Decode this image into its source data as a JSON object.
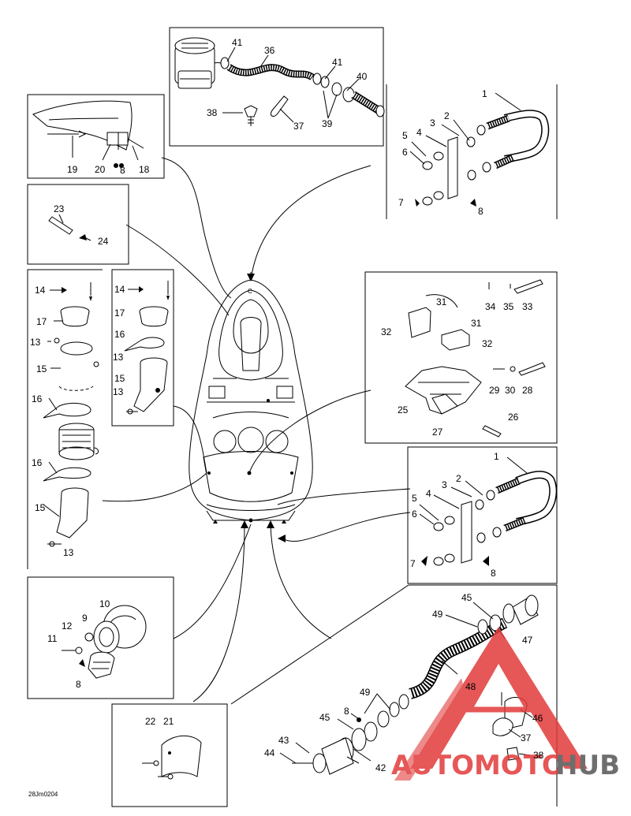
{
  "diagram": {
    "code": "28Jm0204",
    "watermark": {
      "word_a": "AUTOMOTO",
      "word_b": "HUB",
      "color_a": "#e23a3a",
      "color_b": "#555555"
    },
    "labels": [
      {
        "id": "l1a",
        "text": "1"
      },
      {
        "id": "l2a",
        "text": "2"
      },
      {
        "id": "l3a",
        "text": "3"
      },
      {
        "id": "l4a",
        "text": "4"
      },
      {
        "id": "l5a",
        "text": "5"
      },
      {
        "id": "l6a",
        "text": "6"
      },
      {
        "id": "l7a",
        "text": "7"
      },
      {
        "id": "l8a",
        "text": "8"
      },
      {
        "id": "l1b",
        "text": "1"
      },
      {
        "id": "l2b",
        "text": "2"
      },
      {
        "id": "l3b",
        "text": "3"
      },
      {
        "id": "l4b",
        "text": "4"
      },
      {
        "id": "l5b",
        "text": "5"
      },
      {
        "id": "l6b",
        "text": "6"
      },
      {
        "id": "l7b",
        "text": "7"
      },
      {
        "id": "l8b",
        "text": "8"
      },
      {
        "id": "l8c",
        "text": "8"
      },
      {
        "id": "l8d",
        "text": "8"
      },
      {
        "id": "l8e",
        "text": "8"
      },
      {
        "id": "l9",
        "text": "9"
      },
      {
        "id": "l10",
        "text": "10"
      },
      {
        "id": "l11",
        "text": "11"
      },
      {
        "id": "l12",
        "text": "12"
      },
      {
        "id": "l13a",
        "text": "13"
      },
      {
        "id": "l13b",
        "text": "13"
      },
      {
        "id": "l13c",
        "text": "13"
      },
      {
        "id": "l13d",
        "text": "13"
      },
      {
        "id": "l14a",
        "text": "14"
      },
      {
        "id": "l14b",
        "text": "14"
      },
      {
        "id": "l15a",
        "text": "15"
      },
      {
        "id": "l15b",
        "text": "15"
      },
      {
        "id": "l15c",
        "text": "15"
      },
      {
        "id": "l16a",
        "text": "16"
      },
      {
        "id": "l16b",
        "text": "16"
      },
      {
        "id": "l16c",
        "text": "16"
      },
      {
        "id": "l17a",
        "text": "17"
      },
      {
        "id": "l17b",
        "text": "17"
      },
      {
        "id": "l18",
        "text": "18"
      },
      {
        "id": "l19",
        "text": "19"
      },
      {
        "id": "l20",
        "text": "20"
      },
      {
        "id": "l21",
        "text": "21"
      },
      {
        "id": "l22",
        "text": "22"
      },
      {
        "id": "l23",
        "text": "23"
      },
      {
        "id": "l24",
        "text": "24"
      },
      {
        "id": "l25",
        "text": "25"
      },
      {
        "id": "l26",
        "text": "26"
      },
      {
        "id": "l27",
        "text": "27"
      },
      {
        "id": "l28",
        "text": "28"
      },
      {
        "id": "l29",
        "text": "29"
      },
      {
        "id": "l30",
        "text": "30"
      },
      {
        "id": "l31a",
        "text": "31"
      },
      {
        "id": "l31b",
        "text": "31"
      },
      {
        "id": "l32a",
        "text": "32"
      },
      {
        "id": "l32b",
        "text": "32"
      },
      {
        "id": "l33",
        "text": "33"
      },
      {
        "id": "l34",
        "text": "34"
      },
      {
        "id": "l35",
        "text": "35"
      },
      {
        "id": "l36",
        "text": "36"
      },
      {
        "id": "l37a",
        "text": "37"
      },
      {
        "id": "l37b",
        "text": "37"
      },
      {
        "id": "l38a",
        "text": "38"
      },
      {
        "id": "l38b",
        "text": "38"
      },
      {
        "id": "l39",
        "text": "39"
      },
      {
        "id": "l40",
        "text": "40"
      },
      {
        "id": "l41a",
        "text": "41"
      },
      {
        "id": "l41b",
        "text": "41"
      },
      {
        "id": "l42",
        "text": "42"
      },
      {
        "id": "l43",
        "text": "43"
      },
      {
        "id": "l44",
        "text": "44"
      },
      {
        "id": "l45a",
        "text": "45"
      },
      {
        "id": "l45b",
        "text": "45"
      },
      {
        "id": "l46",
        "text": "46"
      },
      {
        "id": "l47",
        "text": "47"
      },
      {
        "id": "l48",
        "text": "48"
      },
      {
        "id": "l49a",
        "text": "49"
      },
      {
        "id": "l49b",
        "text": "49"
      }
    ]
  }
}
